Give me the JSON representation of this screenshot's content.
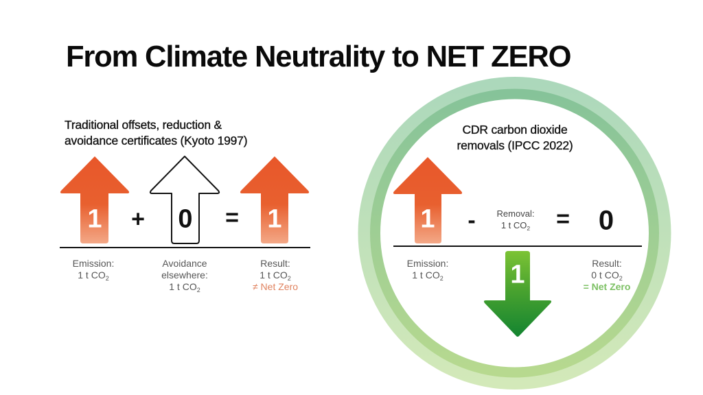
{
  "title": "From Climate Neutrality to NET ZERO",
  "colors": {
    "orange": "#e8572a",
    "orange_light": "#f2a282",
    "green_dark": "#1f8a2e",
    "green_light": "#7cc335",
    "ring_outer_top": "#acd8bb",
    "ring_inner_top": "#86c399",
    "ring_outer_bottom": "#d3e9b9",
    "ring_inner_bottom": "#b7d98f",
    "not_net_zero": "#e0825e",
    "net_zero": "#7cc063"
  },
  "left_panel": {
    "heading_line1": "Traditional offsets, reduction &",
    "heading_line2": "avoidance certificates (Kyoto 1997)",
    "equation": {
      "term1": "1",
      "operator1": "+",
      "term2": "0",
      "operator2": "=",
      "result": "1"
    },
    "captions": {
      "emission_label": "Emission:",
      "emission_value": "1 t CO",
      "emission_sub": "2",
      "avoidance_label1": "Avoidance",
      "avoidance_label2": "elsewhere:",
      "avoidance_value": "1 t CO",
      "avoidance_sub": "2",
      "result_label": "Result:",
      "result_value": "1 t CO",
      "result_sub": "2",
      "result_status": "≠ Net Zero"
    }
  },
  "right_panel": {
    "heading_line1": "CDR carbon dioxide",
    "heading_line2": "removals (IPCC 2022)",
    "equation": {
      "term1": "1",
      "operator1": "-",
      "removal_label": "Removal:",
      "removal_value": "1 t CO",
      "removal_sub": "2",
      "operator2": "=",
      "result": "0",
      "removal_arrow_value": "1"
    },
    "captions": {
      "emission_label": "Emission:",
      "emission_value": "1 t CO",
      "emission_sub": "2",
      "result_label": "Result:",
      "result_value": "0 t CO",
      "result_sub": "2",
      "result_status": "= Net Zero"
    }
  }
}
